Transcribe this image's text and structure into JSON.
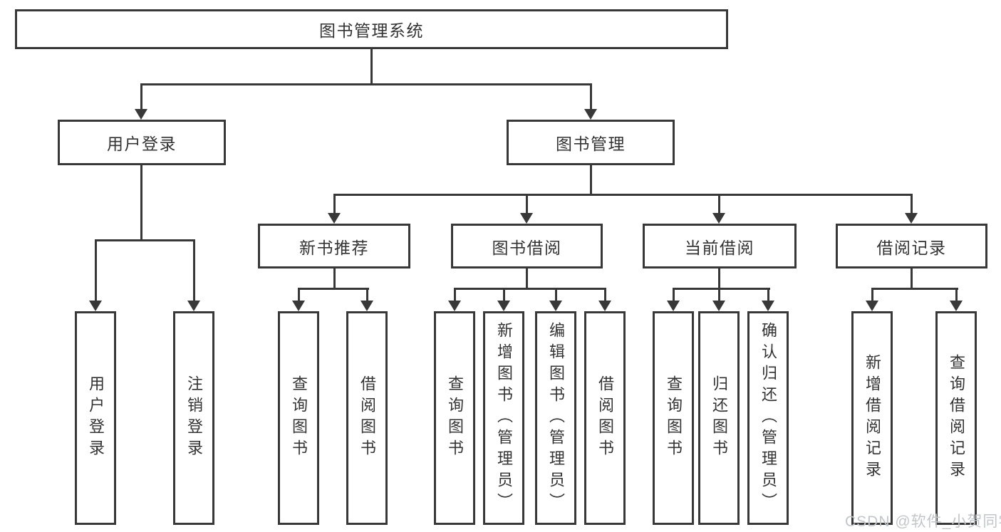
{
  "tree": {
    "root": {
      "label": "图书管理系统",
      "children": [
        {
          "label": "用户登录",
          "children": [
            {
              "label": "用户登录"
            },
            {
              "label": "注销登录"
            }
          ]
        },
        {
          "label": "图书管理",
          "children": [
            {
              "label": "新书推荐",
              "children": [
                {
                  "label": "查询图书"
                },
                {
                  "label": "借阅图书"
                }
              ]
            },
            {
              "label": "图书借阅",
              "children": [
                {
                  "label": "查询图书"
                },
                {
                  "label": "新增图书（管理员）"
                },
                {
                  "label": "编辑图书（管理员）"
                },
                {
                  "label": "借阅图书"
                }
              ]
            },
            {
              "label": "当前借阅",
              "children": [
                {
                  "label": "查询图书"
                },
                {
                  "label": "归还图书"
                },
                {
                  "label": "确认归还（管理员）"
                }
              ]
            },
            {
              "label": "借阅记录",
              "children": [
                {
                  "label": "新增借阅记录"
                },
                {
                  "label": "查询借阅记录"
                }
              ]
            }
          ]
        }
      ]
    }
  },
  "watermark": {
    "text": "CSDN @软件_小贺同学",
    "color": "#c2c6ca"
  },
  "colors": {
    "line": "#383838",
    "text": "#333333",
    "background": "#ffffff"
  }
}
